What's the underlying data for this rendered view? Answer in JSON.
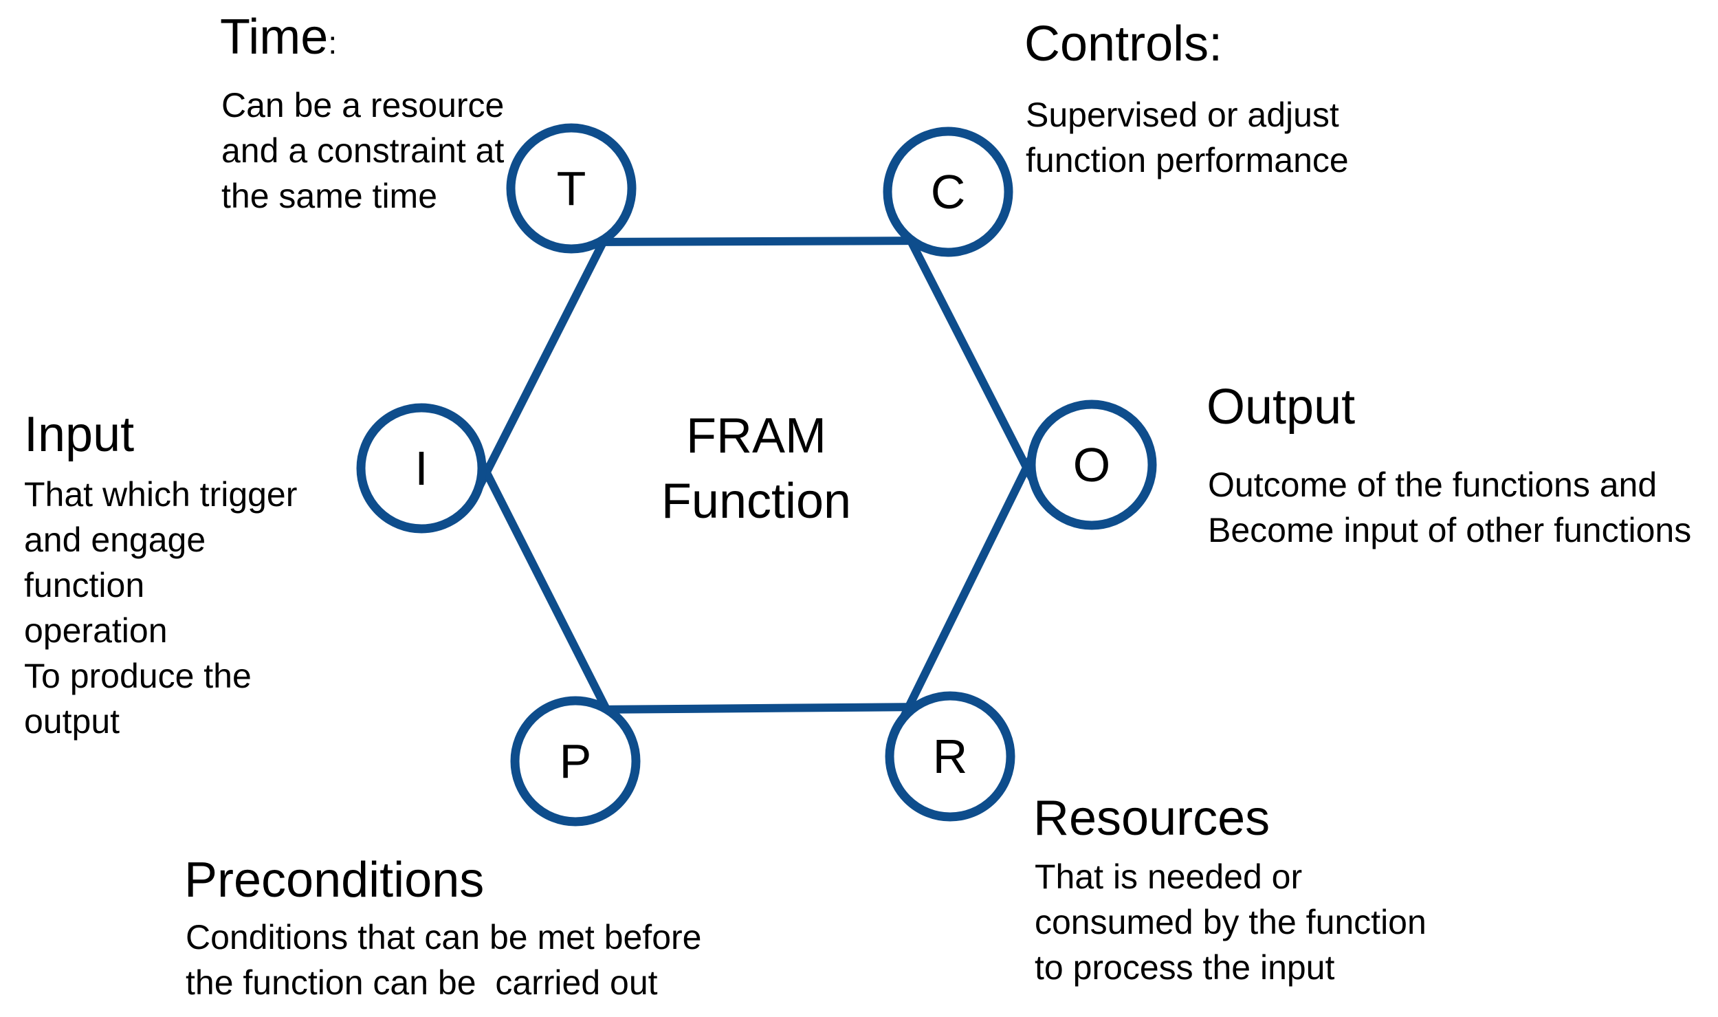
{
  "diagram": {
    "type": "FRAM function hexagon",
    "colors": {
      "line_blue": "#0E4D8C",
      "text_black": "#000000",
      "background": "#FFFFFF"
    },
    "center": {
      "line1": "FRAM",
      "line2": "Function"
    },
    "nodes": [
      {
        "letter": "T",
        "aspect": "time"
      },
      {
        "letter": "C",
        "aspect": "controls"
      },
      {
        "letter": "I",
        "aspect": "input"
      },
      {
        "letter": "O",
        "aspect": "output"
      },
      {
        "letter": "P",
        "aspect": "preconditions"
      },
      {
        "letter": "R",
        "aspect": "resources"
      }
    ],
    "labels": {
      "time": {
        "title": "Time",
        "colon": ":",
        "desc": "Can be a resource\nand a constraint at\nthe same time"
      },
      "controls": {
        "title": "Controls:",
        "desc": "Supervised or adjust\nfunction performance"
      },
      "input": {
        "title": "Input",
        "desc": "That which trigger\nand engage\nfunction\noperation\nTo produce the\noutput"
      },
      "output": {
        "title": "Output",
        "desc": "Outcome of the functions and\nBecome input of other functions"
      },
      "preconditions": {
        "title": "Preconditions",
        "desc": "Conditions that can be met before\nthe function can be  carried out"
      },
      "resources": {
        "title": "Resources",
        "desc": "That is needed or\nconsumed by the function\nto process the input"
      }
    }
  }
}
